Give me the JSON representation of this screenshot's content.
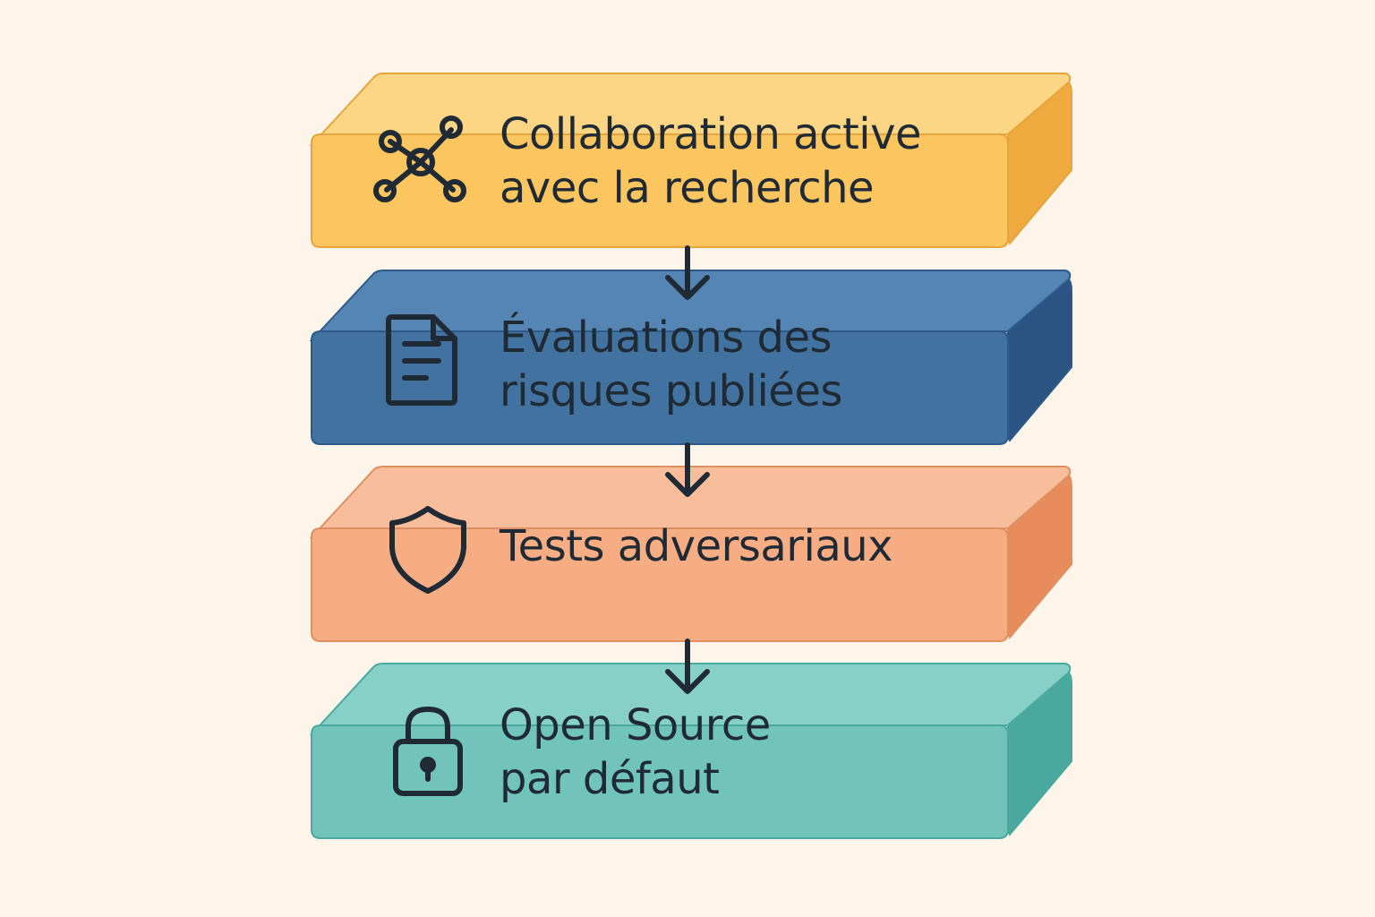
{
  "steps": [
    {
      "lines": [
        "Collaboration active",
        "avec la recherche"
      ],
      "icon": "network-icon",
      "colors": {
        "front": "#fbc55f",
        "side": "#eea93f",
        "top": "#fcd585",
        "edge": "#e6a53d"
      }
    },
    {
      "lines": [
        "Évaluations des",
        "risques publiées"
      ],
      "icon": "document-icon",
      "colors": {
        "front": "#4272a0",
        "side": "#2b5483",
        "top": "#5585b3",
        "edge": "#2d5a8a"
      }
    },
    {
      "lines": [
        "Tests adversariaux"
      ],
      "icon": "shield-icon",
      "colors": {
        "front": "#f6ad84",
        "side": "#e68d5b",
        "top": "#f8be9b",
        "edge": "#e08f62"
      }
    },
    {
      "lines": [
        "Open Source",
        "par défaut"
      ],
      "icon": "lock-icon",
      "colors": {
        "front": "#70c4bc",
        "side": "#4aa89f",
        "top": "#87d0c8",
        "edge": "#4aa89f"
      }
    }
  ],
  "colors": {
    "ink": "#1f2a35",
    "background": "#fdf5ea"
  }
}
